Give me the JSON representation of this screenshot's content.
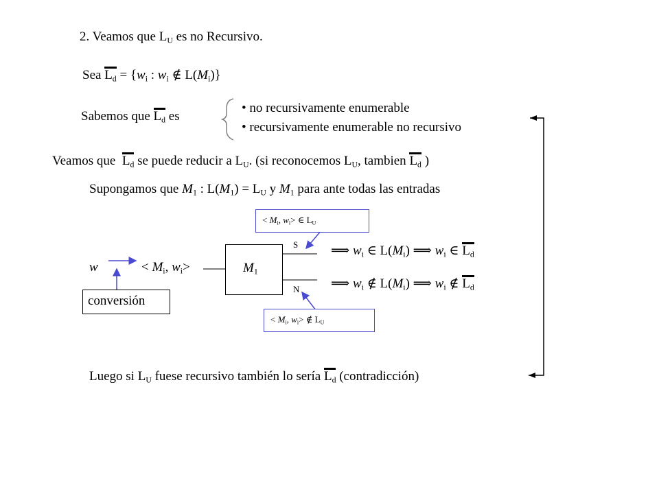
{
  "heading": {
    "num": "2. Veamos que L",
    "sub": "U",
    "rest": " es no Recursivo."
  },
  "def": {
    "pre": "Sea ",
    "L": "L",
    "d": "d",
    "eq": " = {",
    "w": "w",
    "i": "i",
    "colon": " : ",
    "w2": "w",
    "i2": "i",
    "notin": " ∉ L(",
    "M": "M",
    "i3": "i",
    "close": ")}"
  },
  "sabemos": {
    "lead": "Sabemos que ",
    "L": "L",
    "d": "d",
    "es": " es",
    "bullets": [
      "• no recursivamente enumerable",
      "• recursivamente enumerable no recursivo"
    ]
  },
  "veamos": {
    "a": "Veamos que ",
    "L": "L",
    "d": "d",
    "b": " se puede reducir a L",
    "U": "U",
    "c": ". (si reconocemos L",
    "U2": "U",
    "d2": ", tambien ",
    "L2": "L",
    "dd": "d",
    "e": " )"
  },
  "supongamos": {
    "a": "Supongamos que ",
    "M": "M",
    "one": "1",
    "b": " : L(",
    "M2": "M",
    "one2": "1",
    "c": ") = L",
    "U": "U",
    "d": " y ",
    "M3": "M",
    "one3": "1",
    "e": " para ante todas las entradas"
  },
  "diagram": {
    "w": "w",
    "pair": {
      "a": "< ",
      "M": "M",
      "i": "i",
      "b": ", ",
      "w": "w",
      "i2": "i",
      "c": ">"
    },
    "machine": {
      "M": "M",
      "sub": "1"
    },
    "conversion": "conversión",
    "S": "S",
    "N": "N",
    "top_note": {
      "a": "< ",
      "M": "M",
      "i": "i",
      "b": ", ",
      "w": "w",
      "i2": "i",
      "c": "> ∈ L",
      "U": "U"
    },
    "bottom_note": {
      "a": "< ",
      "M": "M",
      "i": "i",
      "b": ", ",
      "w": "w",
      "i2": "i",
      "c": "> ∉ L",
      "U": "U"
    },
    "yes_line": {
      "imp": "⟹ ",
      "w": "w",
      "i": "i",
      "rel": " ∈ L(",
      "M": "M",
      "i2": "i",
      "b": ") ⟹ ",
      "w2": "w",
      "i3": "i",
      "rel2": " ∈ ",
      "L": "L",
      "d": "d"
    },
    "no_line": {
      "imp": "⟹ ",
      "w": "w",
      "i": "i",
      "rel": " ∉ L(",
      "M": "M",
      "i2": "i",
      "b": ") ⟹ ",
      "w2": "w",
      "i3": "i",
      "rel2": " ∉ ",
      "L": "L",
      "d": "d"
    }
  },
  "luego": {
    "a": "Luego si L",
    "U": "U",
    "b": " fuese recursivo también lo sería ",
    "L": "L",
    "d": "d",
    "c": " (contradicción)"
  },
  "colors": {
    "note_border": "#4a4ad0",
    "arrow": "#4a4ad0",
    "text": "#000000"
  }
}
